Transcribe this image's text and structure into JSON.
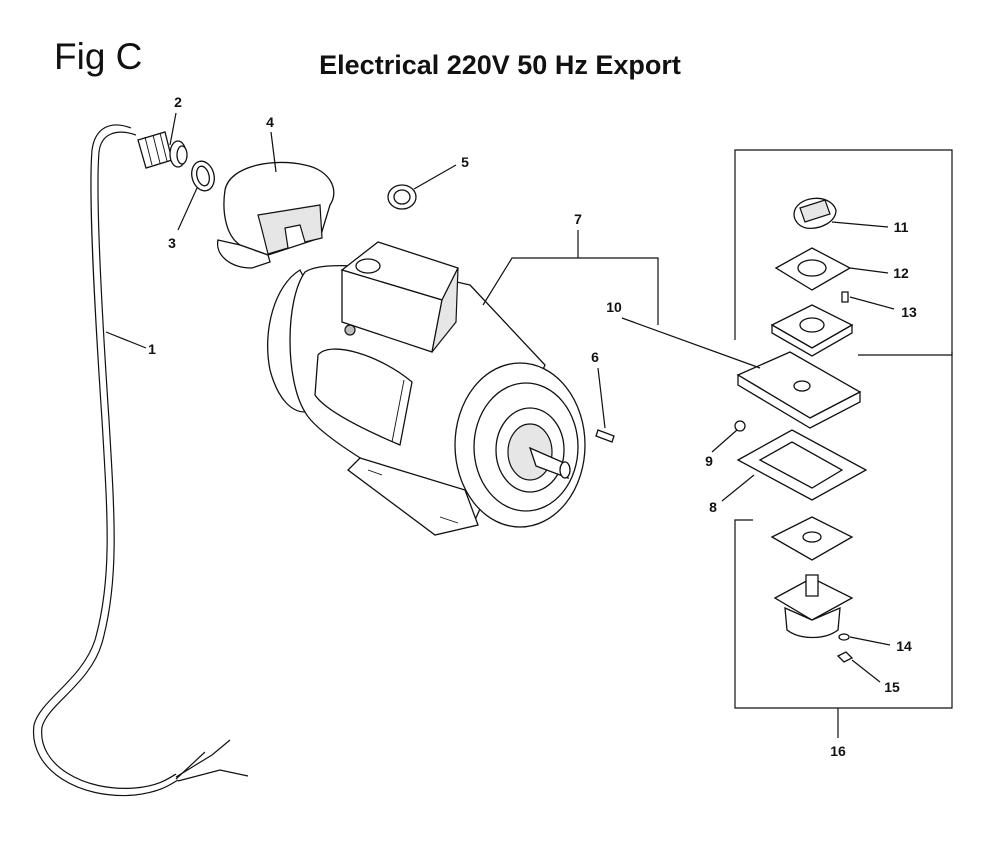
{
  "figure_label": "Fig C",
  "title": "Electrical 220V 50 Hz Export",
  "callouts": [
    {
      "id": "1",
      "text": "1"
    },
    {
      "id": "2",
      "text": "2"
    },
    {
      "id": "3",
      "text": "3"
    },
    {
      "id": "4",
      "text": "4"
    },
    {
      "id": "5",
      "text": "5"
    },
    {
      "id": "6",
      "text": "6"
    },
    {
      "id": "7",
      "text": "7"
    },
    {
      "id": "8",
      "text": "8"
    },
    {
      "id": "9",
      "text": "9"
    },
    {
      "id": "10",
      "text": "10"
    },
    {
      "id": "11",
      "text": "11"
    },
    {
      "id": "12",
      "text": "12"
    },
    {
      "id": "13",
      "text": "13"
    },
    {
      "id": "14",
      "text": "14"
    },
    {
      "id": "15",
      "text": "15"
    },
    {
      "id": "16",
      "text": "16"
    }
  ]
}
